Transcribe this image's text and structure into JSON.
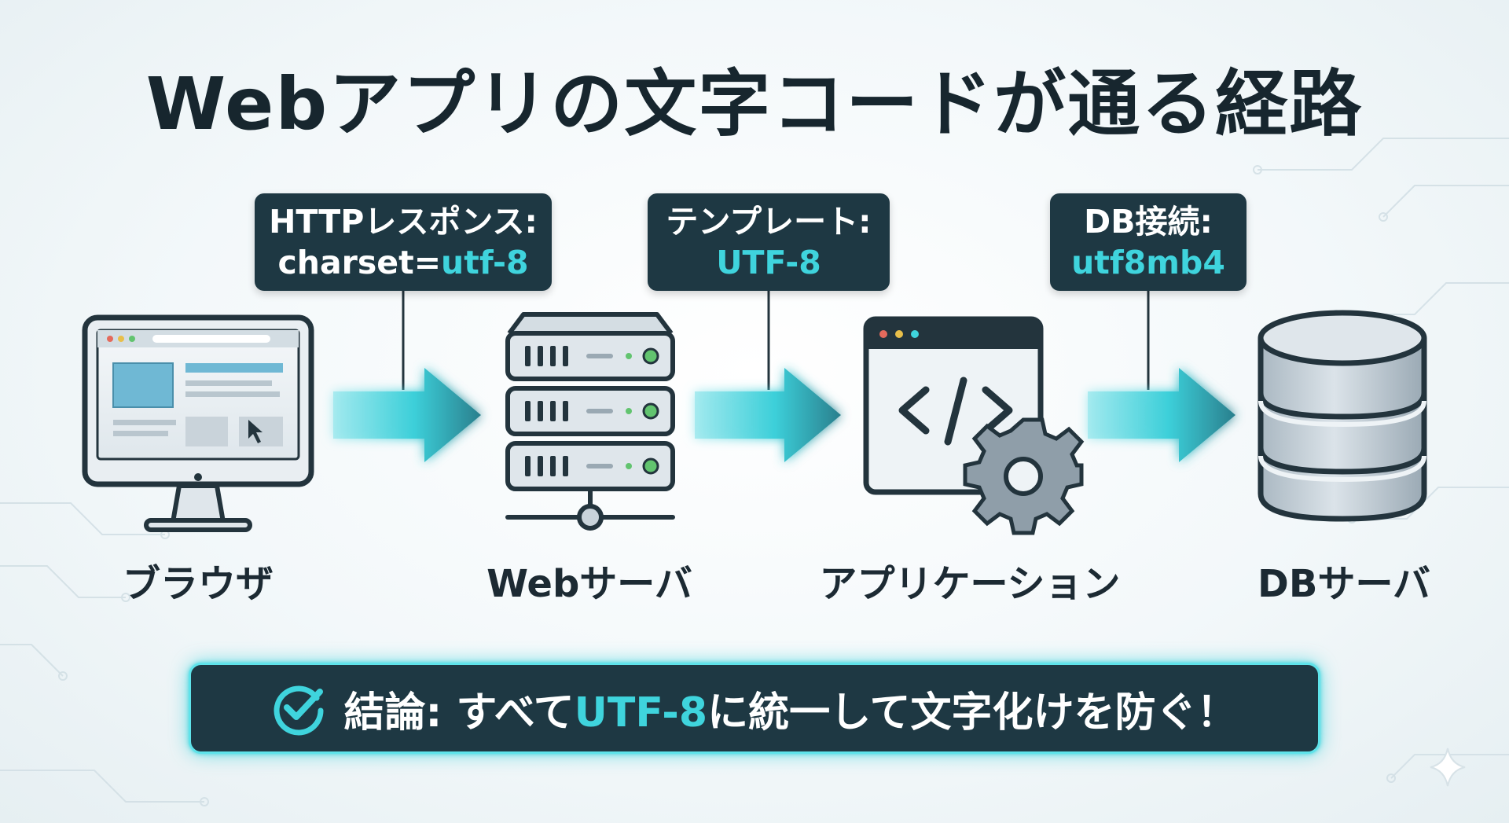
{
  "title": "Webアプリの文字コードが通る経路",
  "callouts": {
    "http": {
      "line1": "HTTPレスポンス:",
      "line2_prefix": "charset=",
      "line2_value": "utf-8"
    },
    "template": {
      "line1": "テンプレート:",
      "line2_value": "UTF-8"
    },
    "db": {
      "line1": "DB接続:",
      "line2_value": "utf8mb4"
    }
  },
  "nodes": {
    "browser": "ブラウザ",
    "web_server": "Webサーバ",
    "application": "アプリケーション",
    "db_server": "DBサーバ"
  },
  "conclusion": {
    "prefix": "結論: すべて",
    "highlight": "UTF-8",
    "suffix": "に統一して文字化けを防ぐ！"
  },
  "icons": {
    "browser": "monitor-icon",
    "web_server": "server-rack-icon",
    "application": "code-window-gear-icon",
    "db_server": "database-cylinder-icon",
    "conclusion": "check-circle-icon"
  },
  "colors": {
    "accent": "#3fd4dd",
    "dark_box": "#1e3843",
    "icon_stroke": "#23343d"
  }
}
